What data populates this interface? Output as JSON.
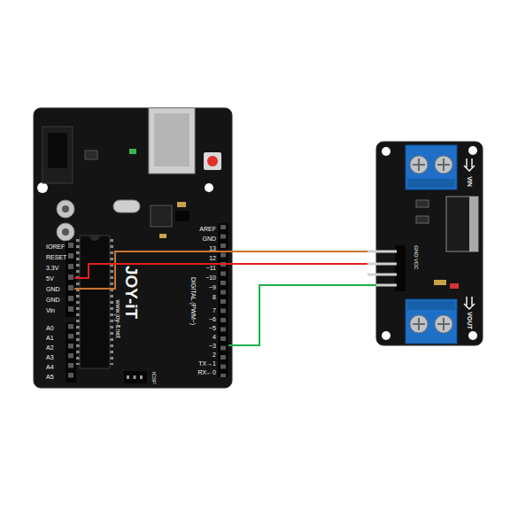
{
  "diagram": {
    "nodes": [
      {
        "text": [
          "JOY-iT",
          "www.joy-it.net"
        ]
      },
      {
        "text": [
          "5V"
        ],
        "in": 0
      },
      {
        "text": [
          "GND"
        ],
        "in": 0
      },
      {
        "text": [
          "~3"
        ],
        "in": 0
      },
      {
        "text": [
          "VIN",
          "VOUT"
        ]
      },
      {
        "text": [
          "GND"
        ],
        "in": 4
      },
      {
        "text": [
          "VCC"
        ],
        "in": 4
      }
    ],
    "edges": [
      {
        "from": 2,
        "to": 5,
        "arrow": "none"
      },
      {
        "from": 1,
        "to": 6,
        "arrow": "none"
      },
      {
        "from": 3,
        "to": 4,
        "arrow": "none"
      }
    ],
    "labels": [
      "IOREF",
      "RESET",
      "3.3V",
      "GND",
      "Vin",
      "A0",
      "A1",
      "A2",
      "A3",
      "A4",
      "A5",
      "AREF",
      "GND",
      "13",
      "12",
      "~11",
      "~10",
      "~9",
      "8",
      "7",
      "~6",
      "~5",
      "4",
      "2",
      "TX→1",
      "RX←0",
      "DIGITAL (PWM~)",
      "ICSP"
    ]
  }
}
